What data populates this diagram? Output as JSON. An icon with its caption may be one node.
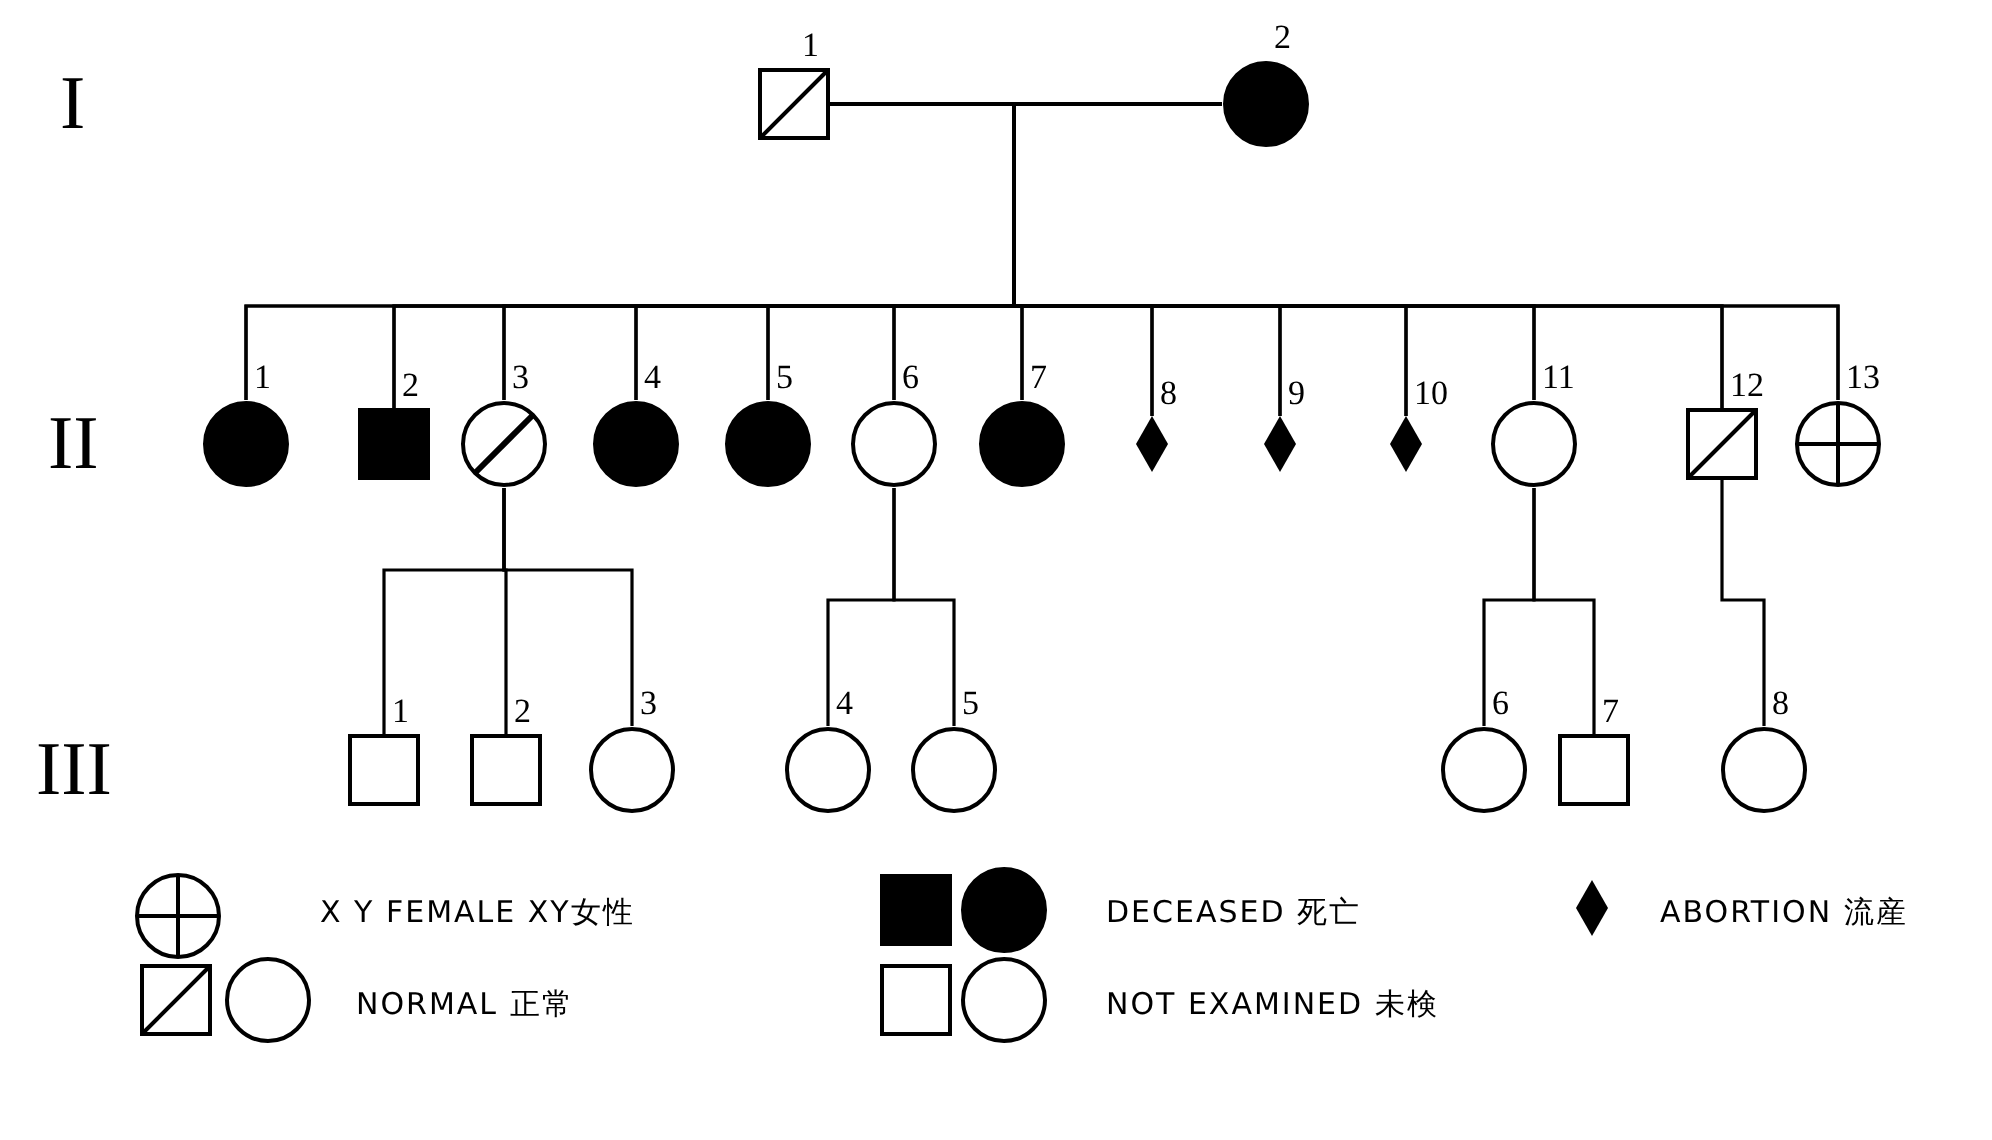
{
  "diagram": {
    "nodes": [
      {
        "text": [
          "1"
        ]
      },
      {
        "text": [
          "2"
        ]
      },
      {
        "text": [
          "1"
        ]
      },
      {
        "text": [
          "2"
        ]
      },
      {
        "text": [
          "3"
        ]
      },
      {
        "text": [
          "4"
        ]
      },
      {
        "text": [
          "5"
        ]
      },
      {
        "text": [
          "6"
        ]
      },
      {
        "text": [
          "7"
        ]
      },
      {
        "text": [
          "8"
        ]
      },
      {
        "text": [
          "9"
        ]
      },
      {
        "text": [
          "10"
        ]
      },
      {
        "text": [
          "11"
        ]
      },
      {
        "text": [
          "12"
        ]
      },
      {
        "text": [
          "13"
        ]
      },
      {
        "text": [
          "1"
        ]
      },
      {
        "text": [
          "2"
        ]
      },
      {
        "text": [
          "3"
        ]
      },
      {
        "text": [
          "4"
        ]
      },
      {
        "text": [
          "5"
        ]
      },
      {
        "text": [
          "6"
        ]
      },
      {
        "text": [
          "7"
        ]
      },
      {
        "text": [
          "8"
        ]
      }
    ],
    "edges": [
      {
        "from": 0,
        "to": 1,
        "arrow": "none"
      },
      {
        "from": 0,
        "to": 2,
        "arrow": "none"
      },
      {
        "from": 1,
        "to": 2,
        "arrow": "none"
      },
      {
        "from": 0,
        "to": 3,
        "arrow": "none"
      },
      {
        "from": 1,
        "to": 3,
        "arrow": "none"
      },
      {
        "from": 0,
        "to": 4,
        "arrow": "none"
      },
      {
        "from": 1,
        "to": 4,
        "arrow": "none"
      },
      {
        "from": 0,
        "to": 5,
        "arrow": "none"
      },
      {
        "from": 1,
        "to": 5,
        "arrow": "none"
      },
      {
        "from": 0,
        "to": 6,
        "arrow": "none"
      },
      {
        "from": 1,
        "to": 6,
        "arrow": "none"
      },
      {
        "from": 0,
        "to": 7,
        "arrow": "none"
      },
      {
        "from": 1,
        "to": 7,
        "arrow": "none"
      },
      {
        "from": 0,
        "to": 8,
        "arrow": "none"
      },
      {
        "from": 1,
        "to": 8,
        "arrow": "none"
      },
      {
        "from": 0,
        "to": 9,
        "arrow": "none"
      },
      {
        "from": 1,
        "to": 9,
        "arrow": "none"
      },
      {
        "from": 0,
        "to": 10,
        "arrow": "none"
      },
      {
        "from": 1,
        "to": 10,
        "arrow": "none"
      },
      {
        "from": 0,
        "to": 11,
        "arrow": "none"
      },
      {
        "from": 1,
        "to": 11,
        "arrow": "none"
      },
      {
        "from": 0,
        "to": 12,
        "arrow": "none"
      },
      {
        "from": 1,
        "to": 12,
        "arrow": "none"
      },
      {
        "from": 0,
        "to": 13,
        "arrow": "none"
      },
      {
        "from": 1,
        "to": 13,
        "arrow": "none"
      },
      {
        "from": 0,
        "to": 14,
        "arrow": "none"
      },
      {
        "from": 1,
        "to": 14,
        "arrow": "none"
      },
      {
        "from": 4,
        "to": 15,
        "arrow": "none"
      },
      {
        "from": 4,
        "to": 16,
        "arrow": "none"
      },
      {
        "from": 4,
        "to": 17,
        "arrow": "none"
      },
      {
        "from": 7,
        "to": 18,
        "arrow": "none"
      },
      {
        "from": 7,
        "to": 19,
        "arrow": "none"
      },
      {
        "from": 12,
        "to": 20,
        "arrow": "none"
      },
      {
        "from": 12,
        "to": 21,
        "arrow": "none"
      },
      {
        "from": 13,
        "to": 22,
        "arrow": "none"
      }
    ],
    "labels": [
      "I",
      "II",
      "III"
    ],
    "legend": [
      {
        "text": "X Y FEMALE XY女性"
      },
      {
        "text": "DECEASED 死亡"
      },
      {
        "text": "ABORTION 流産"
      },
      {
        "text": "NORMAL 正常"
      },
      {
        "text": "NOT EXAMINED 未検"
      }
    ]
  }
}
